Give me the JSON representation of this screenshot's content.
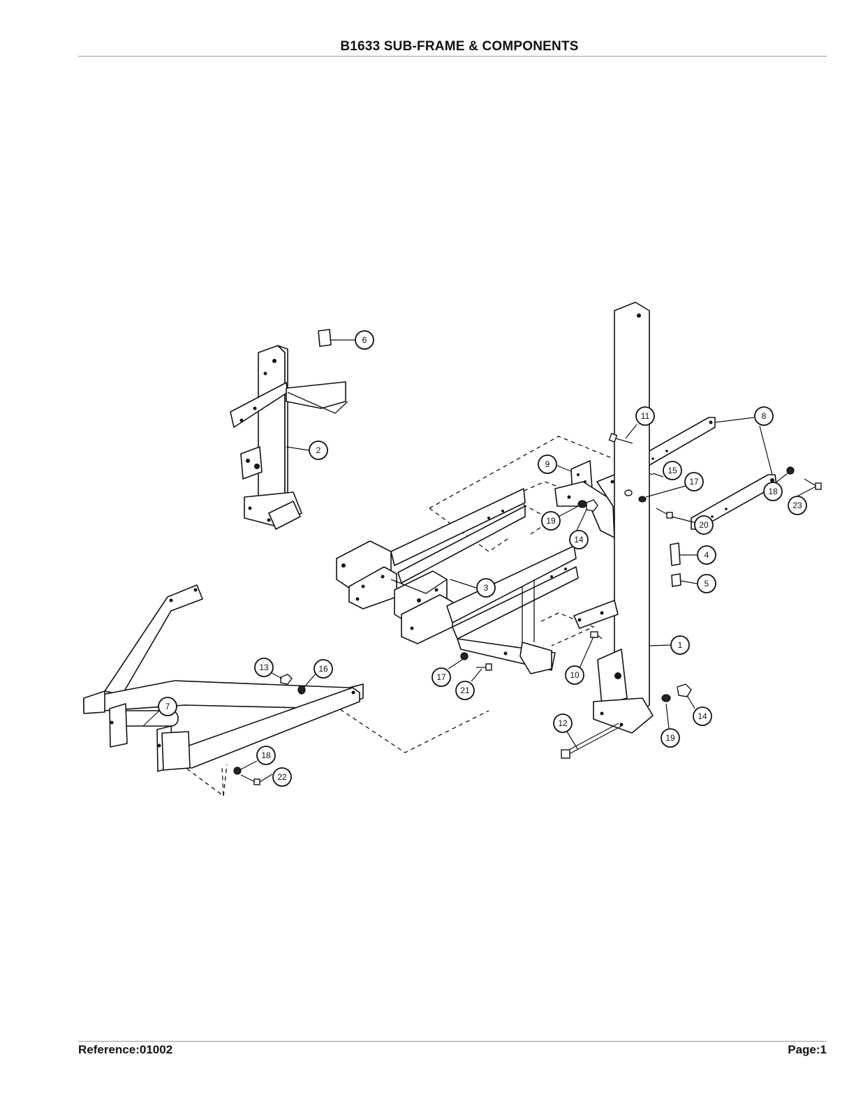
{
  "header": {
    "title": "B1633 SUB-FRAME & COMPONENTS"
  },
  "footer": {
    "reference": "Reference:01002",
    "page": "Page:1"
  },
  "callouts": [
    {
      "label": "1"
    },
    {
      "label": "2"
    },
    {
      "label": "3"
    },
    {
      "label": "4"
    },
    {
      "label": "5"
    },
    {
      "label": "6"
    },
    {
      "label": "7"
    },
    {
      "label": "8"
    },
    {
      "label": "9"
    },
    {
      "label": "10"
    },
    {
      "label": "11"
    },
    {
      "label": "12"
    },
    {
      "label": "13"
    },
    {
      "label": "14"
    },
    {
      "label": "14"
    },
    {
      "label": "15"
    },
    {
      "label": "16"
    },
    {
      "label": "17"
    },
    {
      "label": "17"
    },
    {
      "label": "18"
    },
    {
      "label": "18"
    },
    {
      "label": "19"
    },
    {
      "label": "19"
    },
    {
      "label": "20"
    },
    {
      "label": "21"
    },
    {
      "label": "22"
    },
    {
      "label": "23"
    }
  ]
}
